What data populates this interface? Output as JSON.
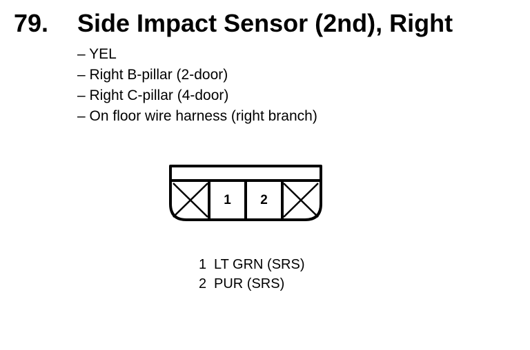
{
  "title": {
    "number": "79.",
    "text": "Side Impact Sensor (2nd), Right"
  },
  "details": [
    "– YEL",
    "– Right B-pillar (2-door)",
    "– Right C-pillar (4-door)",
    "– On floor wire harness (right branch)"
  ],
  "connector": {
    "cavities": [
      {
        "label": "",
        "empty": true
      },
      {
        "label": "1",
        "empty": false
      },
      {
        "label": "2",
        "empty": false
      },
      {
        "label": "",
        "empty": true
      }
    ]
  },
  "pins": [
    {
      "number": "1",
      "wire": "LT GRN (SRS)"
    },
    {
      "number": "2",
      "wire": "PUR (SRS)"
    }
  ]
}
